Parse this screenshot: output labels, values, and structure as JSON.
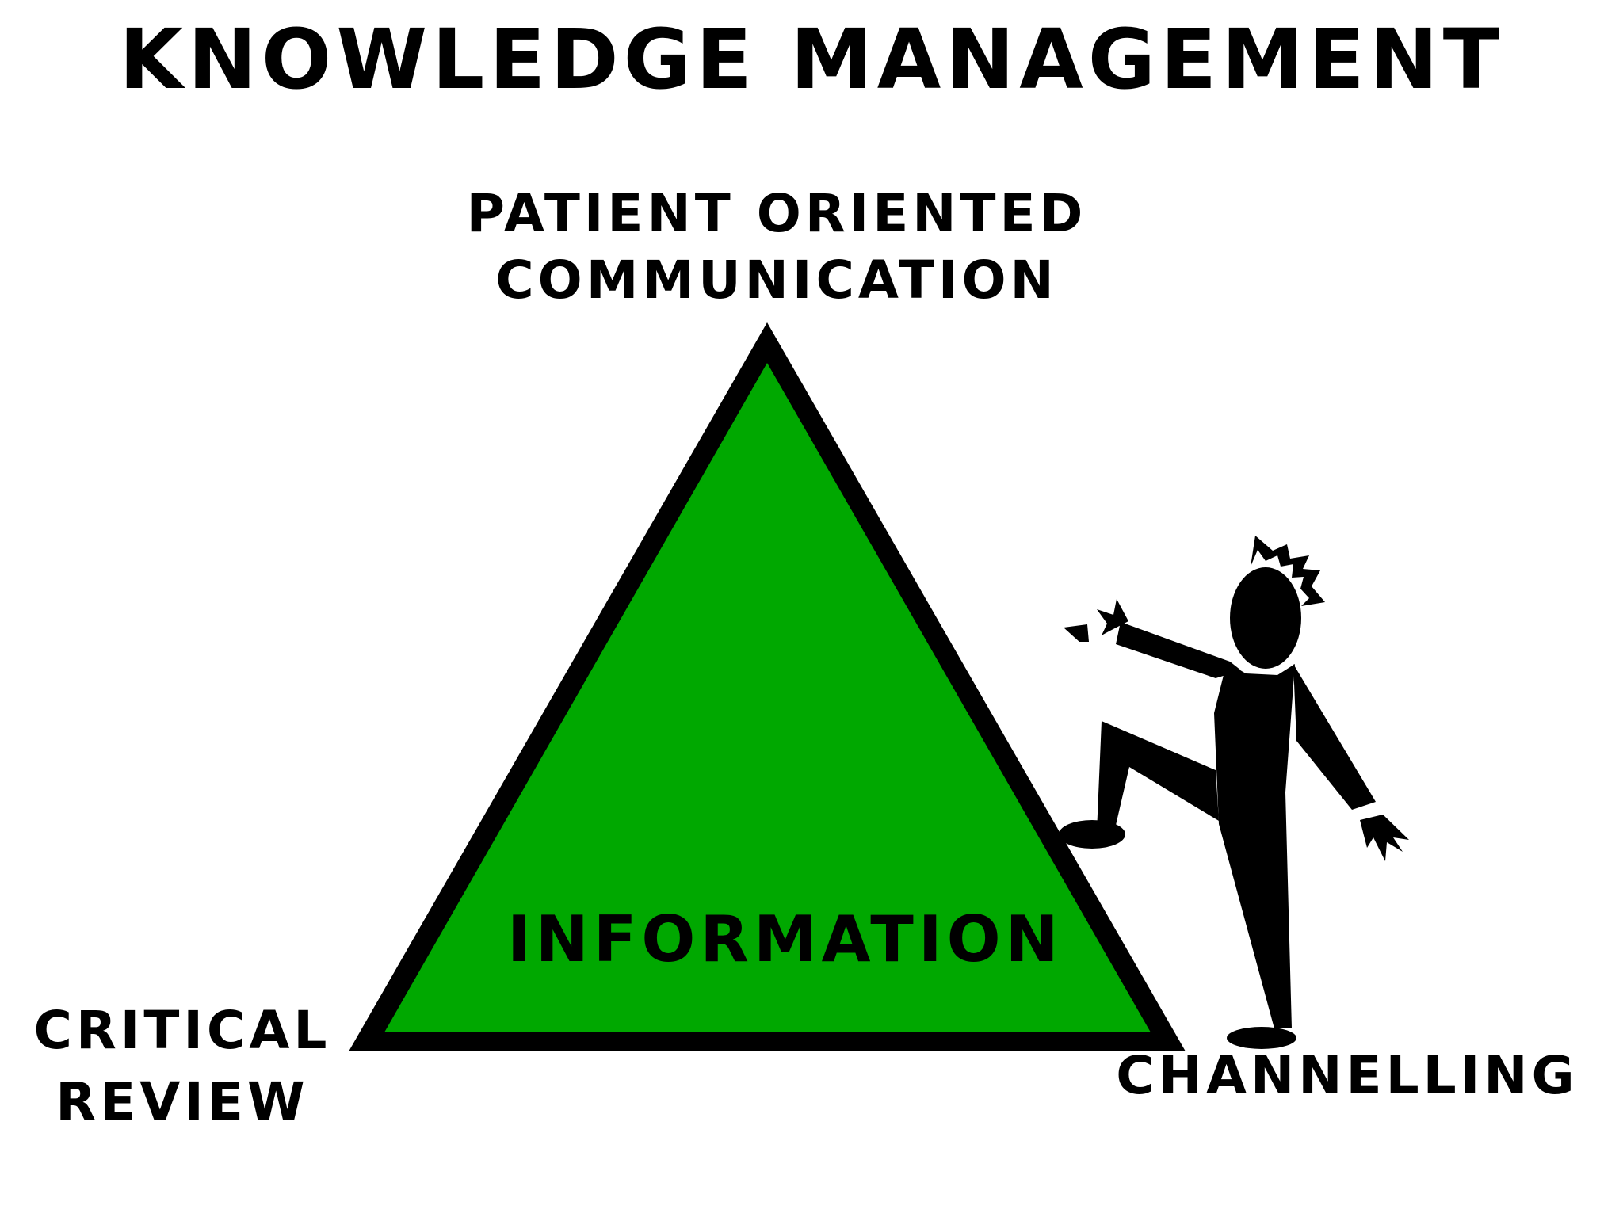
{
  "title": "KNOWLEDGE MANAGEMENT",
  "vertices": {
    "top": [
      "PATIENT ORIENTED",
      "COMMUNICATION"
    ],
    "bottom_left": [
      "CRITICAL",
      "REVIEW"
    ],
    "bottom_right": "CHANNELLING"
  },
  "center": "INFORMATION",
  "colors": {
    "triangle_fill": "#00a800",
    "outline": "#000000",
    "background": "#ffffff"
  },
  "icons": {
    "figure": "stick-figure-climbing-icon"
  }
}
